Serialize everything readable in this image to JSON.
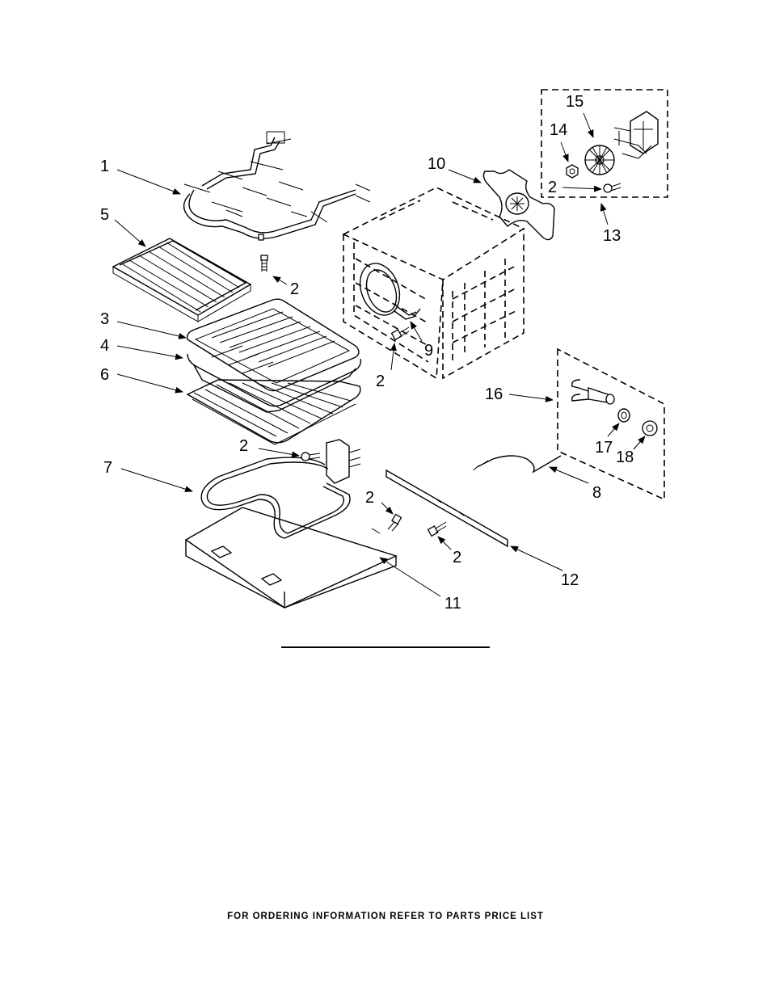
{
  "footer_note": "FOR ORDERING INFORMATION REFER TO PARTS PRICE LIST",
  "callouts": {
    "c1": "1",
    "c2a": "2",
    "c5": "5",
    "c3": "3",
    "c4": "4",
    "c6": "6",
    "c2b": "2",
    "c9": "9",
    "c10": "10",
    "c15": "15",
    "c14": "14",
    "c2c": "2",
    "c13": "13",
    "c16": "16",
    "c17": "17",
    "c18": "18",
    "c2d": "2",
    "c7": "7",
    "c8": "8",
    "c2e": "2",
    "c2f": "2",
    "c12": "12",
    "c11": "11"
  }
}
